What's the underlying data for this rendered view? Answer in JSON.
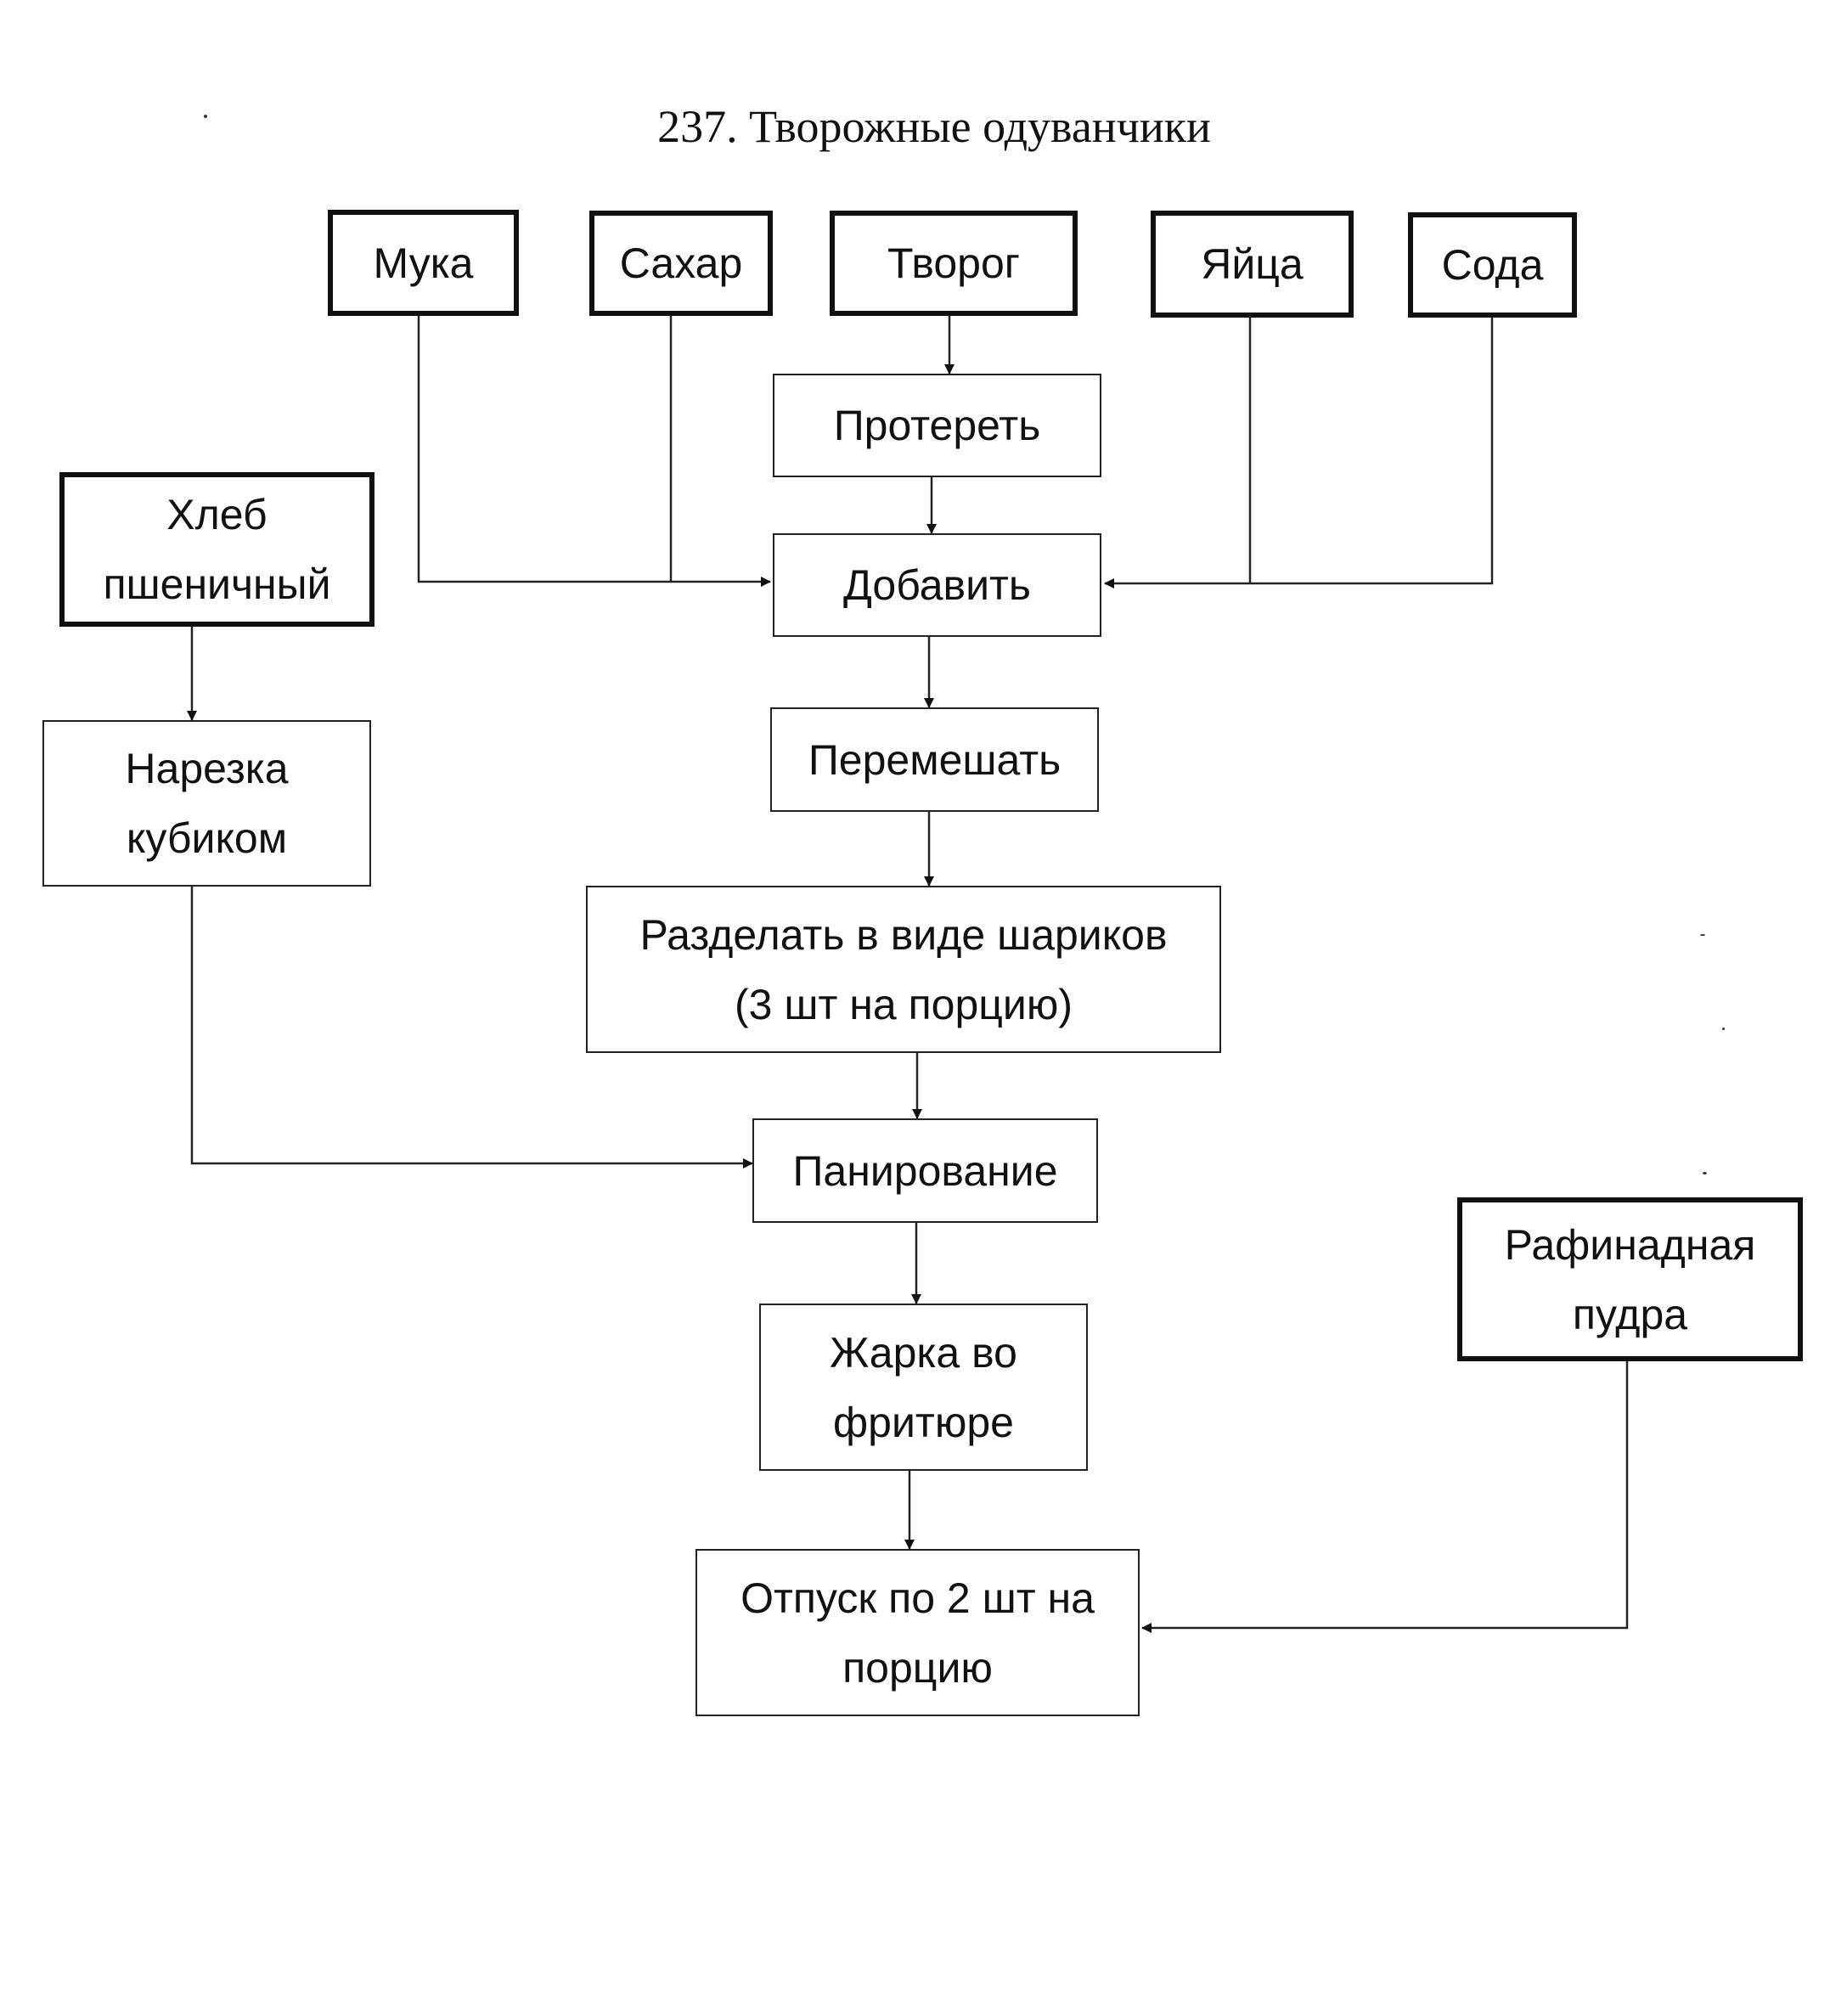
{
  "title": "237. Творожные одуванчики",
  "ingredients": {
    "muka": "Мука",
    "sakhar": "Сахар",
    "tvorog": "Творог",
    "yaytsa": "Яйца",
    "soda": "Сода",
    "khleb": "Хлеб\nпшеничный",
    "pudra": "Рафинадная\nпудра"
  },
  "steps": {
    "proteret": "Протереть",
    "dobavit": "Добавить",
    "peremeshat": "Перемешать",
    "razdelat": "Разделать в виде шариков\n(3 шт на порцию)",
    "narezka": "Нарезка\nкубиком",
    "panirovanie": "Панирование",
    "zharka": "Жарка во\nфритюре",
    "otpusk": "Отпуск по 2 шт  на\nпорцию"
  }
}
